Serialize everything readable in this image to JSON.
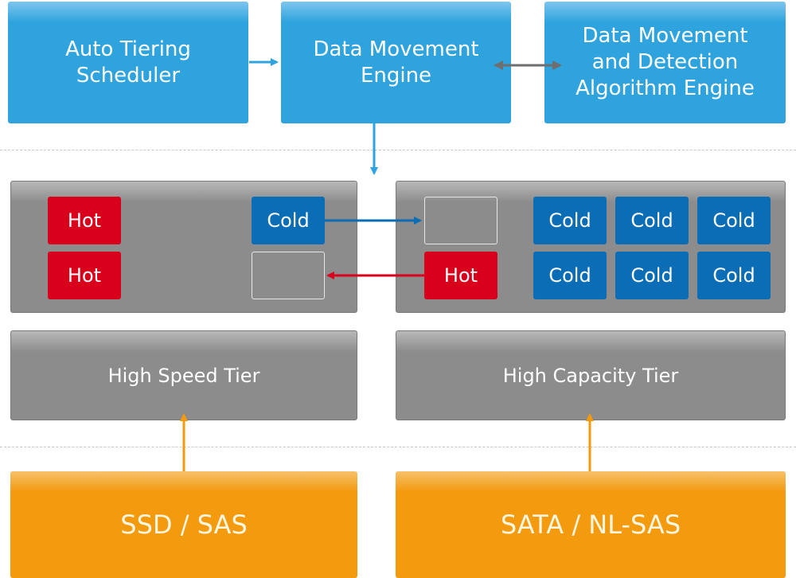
{
  "engines": {
    "scheduler": "Auto Tiering\nScheduler",
    "movement": "Data Movement\nEngine",
    "algorithm": "Data Movement\nand Detection\nAlgorithm Engine"
  },
  "high_speed_pool": {
    "chips": [
      {
        "label": "Hot",
        "type": "hot"
      },
      {
        "label": "Cold",
        "type": "cold"
      },
      {
        "label": "Hot",
        "type": "hot"
      },
      {
        "label": "",
        "type": "empty"
      }
    ]
  },
  "high_capacity_pool": {
    "chips": [
      {
        "label": "",
        "type": "empty"
      },
      {
        "label": "Cold",
        "type": "cold"
      },
      {
        "label": "Cold",
        "type": "cold"
      },
      {
        "label": "Cold",
        "type": "cold"
      },
      {
        "label": "Hot",
        "type": "hot"
      },
      {
        "label": "Cold",
        "type": "cold"
      },
      {
        "label": "Cold",
        "type": "cold"
      },
      {
        "label": "Cold",
        "type": "cold"
      }
    ]
  },
  "tiers": {
    "high_speed": "High Speed Tier",
    "high_capacity": "High Capacity Tier"
  },
  "drives": {
    "fast": "SSD / SAS",
    "capacity": "SATA / NL-SAS"
  },
  "colors": {
    "engine_blue": "#2ea3de",
    "hot_red": "#d9001b",
    "cold_blue": "#0a6db5",
    "tier_gray": "#8c8c8c",
    "drive_orange": "#f39a0e",
    "bidirectional_arrow": "#6e6e6e"
  }
}
